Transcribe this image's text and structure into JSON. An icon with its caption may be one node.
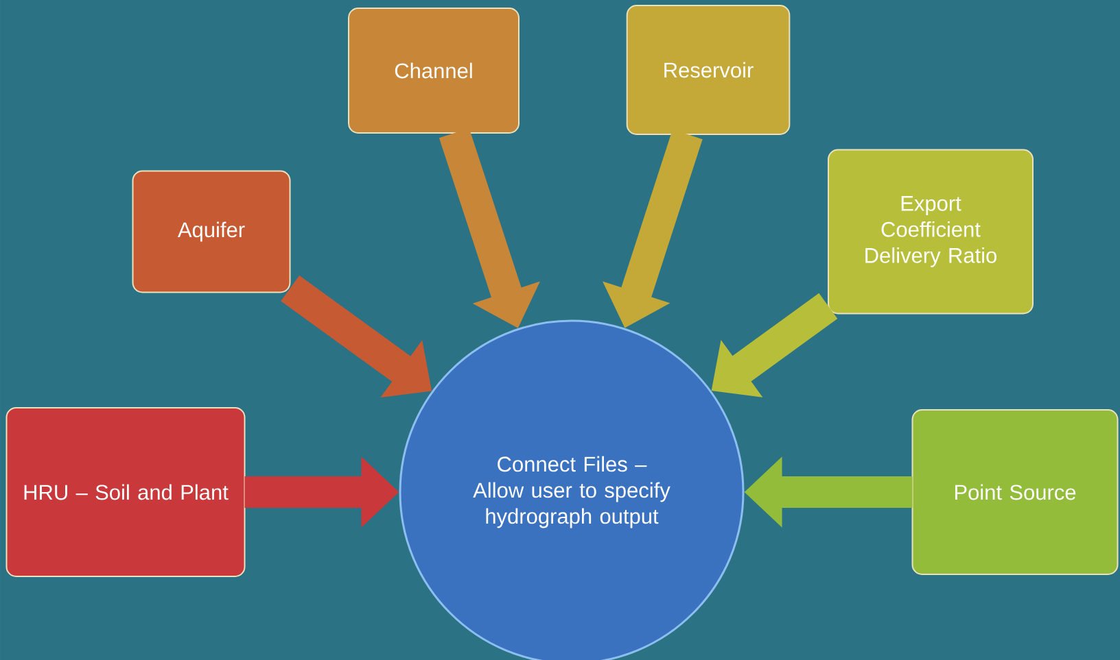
{
  "diagram": {
    "nodes": [
      {
        "text": [
          "Channel"
        ]
      },
      {
        "text": [
          "Reservoir"
        ]
      },
      {
        "text": [
          "Aquifer"
        ]
      },
      {
        "text": [
          "Export Coefficient Delivery Ratio"
        ]
      },
      {
        "text": [
          "HRU – Soil and Plant"
        ]
      },
      {
        "text": [
          "Connect Files – Allow user to specify hydrograph output"
        ]
      },
      {
        "text": [
          "Point Source"
        ]
      }
    ],
    "edges": [
      {
        "from": 0,
        "to": 5,
        "arrow": "to",
        "color": "#c78638"
      },
      {
        "from": 1,
        "to": 5,
        "arrow": "to",
        "color": "#c4a838"
      },
      {
        "from": 2,
        "to": 5,
        "arrow": "to",
        "color": "#c65a32"
      },
      {
        "from": 3,
        "to": 5,
        "arrow": "to",
        "color": "#b6be3a"
      },
      {
        "from": 4,
        "to": 5,
        "arrow": "to",
        "color": "#c9383a"
      },
      {
        "from": 6,
        "to": 5,
        "arrow": "to",
        "color": "#93bc3a"
      }
    ]
  }
}
